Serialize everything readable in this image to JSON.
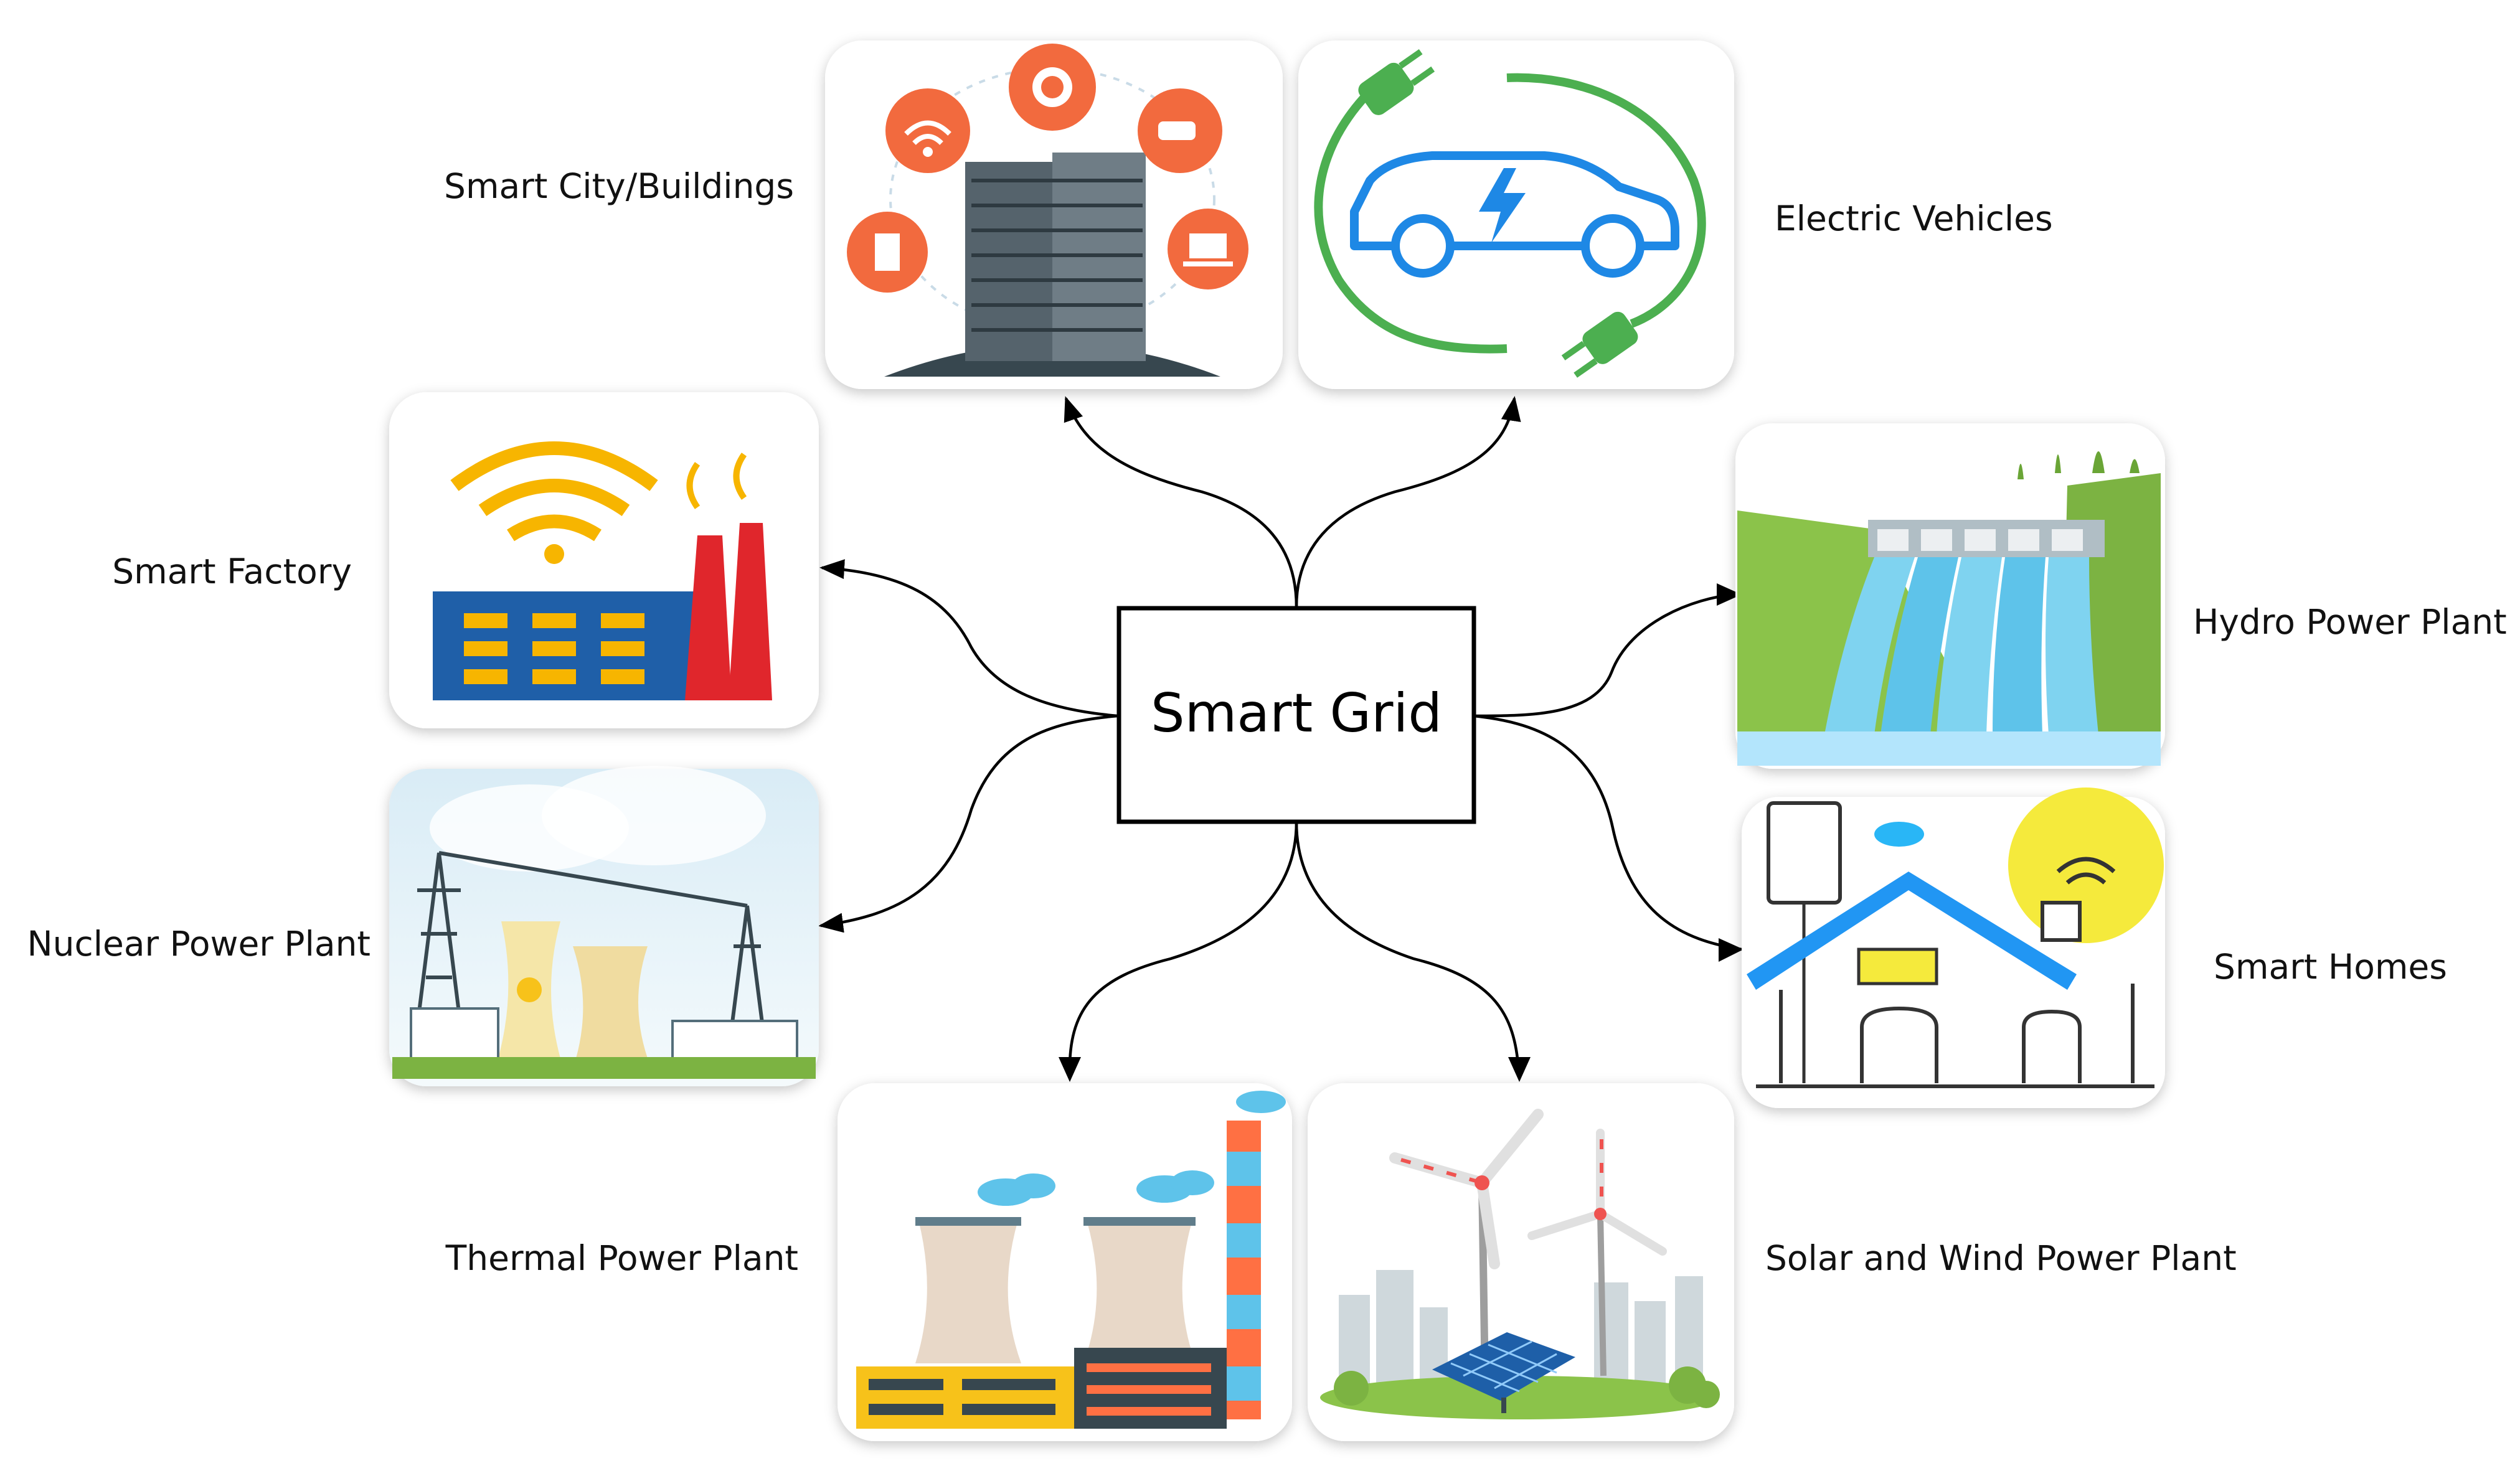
{
  "center": {
    "label": "Smart Grid"
  },
  "nodes": [
    {
      "id": "smart-city",
      "label": "Smart City/Buildings",
      "icon": "smart-city-icon",
      "direction": "out"
    },
    {
      "id": "electric-vehicles",
      "label": "Electric Vehicles",
      "icon": "electric-car-icon",
      "direction": "out"
    },
    {
      "id": "smart-factory",
      "label": "Smart Factory",
      "icon": "smart-factory-icon",
      "direction": "out"
    },
    {
      "id": "hydro-power",
      "label": "Hydro Power Plant",
      "icon": "hydro-dam-icon",
      "direction": "in"
    },
    {
      "id": "nuclear-power",
      "label": "Nuclear Power Plant",
      "icon": "nuclear-plant-icon",
      "direction": "out"
    },
    {
      "id": "smart-homes",
      "label": "Smart Homes",
      "icon": "smart-home-icon",
      "direction": "in"
    },
    {
      "id": "thermal-power",
      "label": "Thermal Power Plant",
      "icon": "thermal-plant-icon",
      "direction": "in"
    },
    {
      "id": "solar-wind",
      "label": "Solar and Wind Power Plant",
      "icon": "solar-wind-icon",
      "direction": "in"
    }
  ],
  "colors": {
    "orange": "#f26a3e",
    "green": "#4caf50",
    "blue": "#1e88e5",
    "water": "#7fd3f0",
    "factory_blue": "#1f5fa8",
    "yellow": "#f7c21a",
    "red": "#e0262c"
  }
}
